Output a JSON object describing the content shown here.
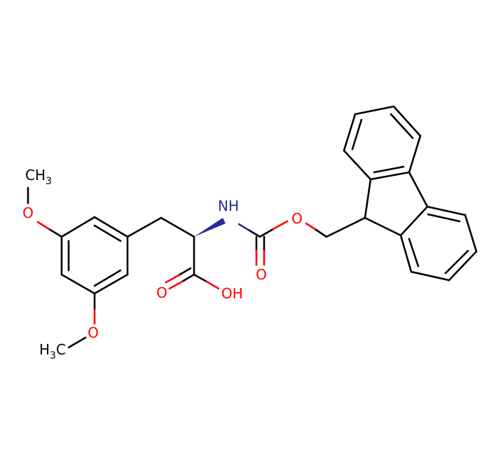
{
  "colors": {
    "carbon": "#000000",
    "oxygen": "#ff0000",
    "nitrogen": "#2b2b9c",
    "background": "#ffffff"
  },
  "atoms": {
    "methoxy_top": {
      "base": "CH",
      "sub": "3"
    },
    "methoxy_top_o": "O",
    "methoxy_bottom": {
      "base": "H",
      "sub": "3",
      "tail": "C"
    },
    "methoxy_bottom_o": "O",
    "nh": "NH",
    "carbonyl_o": "O",
    "ester_o": "O",
    "acid_o": "O",
    "acid_oh": "OH"
  }
}
